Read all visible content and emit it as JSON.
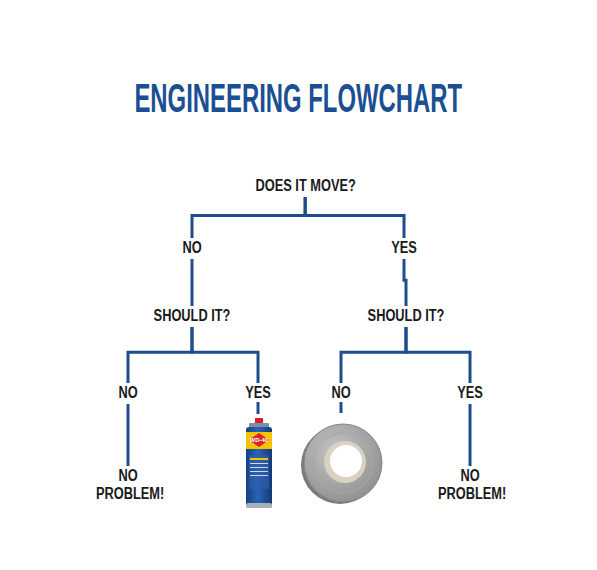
{
  "diagram": {
    "title": "ENGINEERING FLOWCHART",
    "nodes": [
      {
        "text": [
          "DOES IT MOVE?"
        ]
      },
      {
        "text": [
          "NO"
        ]
      },
      {
        "text": [
          "YES"
        ]
      },
      {
        "text": [
          "SHOULD IT?"
        ]
      },
      {
        "text": [
          "SHOULD IT?"
        ]
      },
      {
        "text": [
          "NO"
        ]
      },
      {
        "text": [
          "YES"
        ]
      },
      {
        "text": [
          "NO"
        ]
      },
      {
        "text": [
          "YES"
        ]
      },
      {
        "text": [
          "NO PROBLEM!"
        ]
      },
      {
        "text": [
          "NO PROBLEM!"
        ]
      }
    ],
    "edges": [
      {
        "from": 0,
        "to": 1,
        "arrow": "none"
      },
      {
        "from": 0,
        "to": 2,
        "arrow": "none"
      },
      {
        "from": 1,
        "to": 3,
        "arrow": "none"
      },
      {
        "from": 2,
        "to": 4,
        "arrow": "none"
      },
      {
        "from": 3,
        "to": 5,
        "arrow": "none"
      },
      {
        "from": 3,
        "to": 6,
        "arrow": "none"
      },
      {
        "from": 4,
        "to": 7,
        "arrow": "none"
      },
      {
        "from": 4,
        "to": 8,
        "arrow": "none"
      },
      {
        "from": 5,
        "to": 9,
        "arrow": "none"
      },
      {
        "from": 8,
        "to": 10,
        "arrow": "none"
      }
    ],
    "labels": [
      "WD-40"
    ]
  }
}
